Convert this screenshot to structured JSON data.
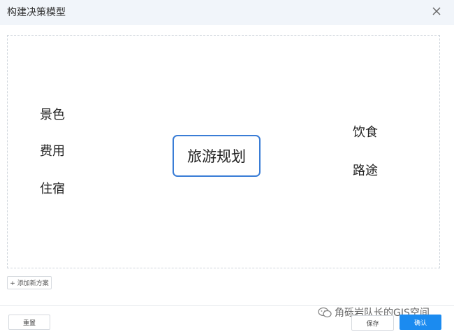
{
  "dialog": {
    "title": "构建决策模型"
  },
  "mindmap": {
    "center": "旅游规划",
    "left_branches": [
      {
        "label": "景色",
        "color": "#4fd1a0"
      },
      {
        "label": "费用",
        "color": "#2a9d8f"
      },
      {
        "label": "住宿",
        "color": "#7b61ff"
      }
    ],
    "right_branches": [
      {
        "label": "饮食",
        "color": "#f2b51c"
      },
      {
        "label": "路途",
        "color": "#5a6e94"
      }
    ],
    "connector_color": "#dcdcdc",
    "center_border_color": "#3a7dd6"
  },
  "toolbar": {
    "add_scheme_label": "+ 添加新方案"
  },
  "footer": {
    "reset_label": "重置",
    "save_label": "保存",
    "confirm_label": "确认",
    "confirm_color": "#1b8bf0"
  },
  "watermark": {
    "text": "角砾岩队长的GIS空间",
    "icon": "wechat-icon"
  }
}
